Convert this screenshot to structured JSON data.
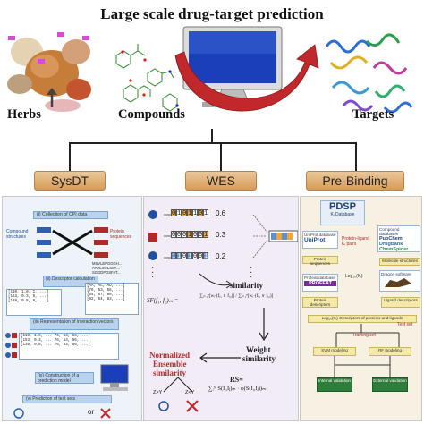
{
  "header": {
    "title": "Large scale drug-target prediction"
  },
  "sources": {
    "herbs_label": "Herbs",
    "compounds_label": "Compounds",
    "targets_label": "Targets"
  },
  "methods": {
    "tabs": [
      "SysDT",
      "WES",
      "Pre-Binding"
    ]
  },
  "sysdt": {
    "step1": "(i) Collection of CPI data",
    "compound_structures": "Compound structures",
    "protein_sequences": "Protein sequences",
    "seq_line1": "MSVLEPGGGH...",
    "seq_line2": "AAALSGLSSA...",
    "seq_line3": "SGGDPGSFAT...",
    "step2": "(ii) Descriptor calculation",
    "comp_vec1": "[110, 1.0, 1, ...]",
    "comp_vec2": "[153, 0.3, 5, ...]",
    "comp_vec3": "[139, 0.8, 8, ...]",
    "prot_vec1": "[AA, AC, AD, ...]",
    "prot_vec2": "[76, 53, 56, ...]",
    "prot_vec3": "[64, 67, 96, ...]",
    "prot_vec4": "[92, 54, 83, ...]",
    "step3": "(iii) Representation of interaction vectors",
    "int_vec1": "[110, 1.0, ... 76, 53, 56, ...]",
    "int_vec2": "[153, 0.3, ... 76, 53, 56, ...]",
    "int_vec3": "[139, 0.8, ... 76, 53, 56, ...]",
    "step4": "(iv) Construction of a prediction model",
    "step5": "(v) Prediction of test sets",
    "or_text": "or"
  },
  "wes": {
    "row1_bits": "0101101",
    "row2_bits": "0001001",
    "row3_bits": "1101001",
    "score1": "0.6",
    "score2": "0.3",
    "score3": "0.2",
    "similarity_label": "similarity",
    "sf_label": "SF(f₁, f₂)ₘ =",
    "sf_formula": "∑ᵢ₌₁ⁿ[wᵢ·(fᵢ₁ ∧ fᵢ₂)] / ∑ᵢ₌₁ⁿ[wᵢ·(fᵢ₁ ∨ fᵢ₂)]",
    "normalized": "Normalized",
    "ensemble": "Ensemble",
    "similarity2": "similarity",
    "weight": "Weight",
    "similarity3": "similarity",
    "rs_label": "RS=",
    "rs_formula": "∑ᵢᴺ S(Iᵢ,Iⱼ)ₘ · φ(S(Iᵢ,Iⱼ))ₘ",
    "gt_label": "Z>Y",
    "lt_label": "Z<Y"
  },
  "prebinding": {
    "db_title": "PDSP",
    "db_sub": "Kᵢ Database",
    "uniprot_db": "UniProt database",
    "compound_db": "Compound databases",
    "pubchem": "PubChem",
    "drugbank": "DrugBank",
    "chemspider": "ChemSpider",
    "protein_ligand": "Protein-ligand Kᵢ pairs",
    "protein_sequences": "Protein sequences",
    "molecule_structures": "Molecule structures",
    "log_ki": "Log₁₀(Kᵢ)",
    "profeat_db": "Profeat database",
    "dragon": "Dragon software",
    "protein_descriptors": "Protein descriptors",
    "ligand_descriptors": "Ligand descriptors",
    "descriptors_line": "Log₁₀(Kᵢ)-Descriptors of proteins and ligands",
    "training_set": "Training set",
    "test_set": "Test set",
    "svm": "SVM modeling",
    "rf": "RF modeling",
    "internal": "Internal validation",
    "external": "External validation"
  },
  "colors": {
    "tab_top": "#e9c79a",
    "tab_bottom": "#d89c58",
    "arrow_red": "#c0282c",
    "blue_box": "#b9d3ef",
    "green_box": "#2f7d3a",
    "yellow_label": "#f4e9a9"
  }
}
